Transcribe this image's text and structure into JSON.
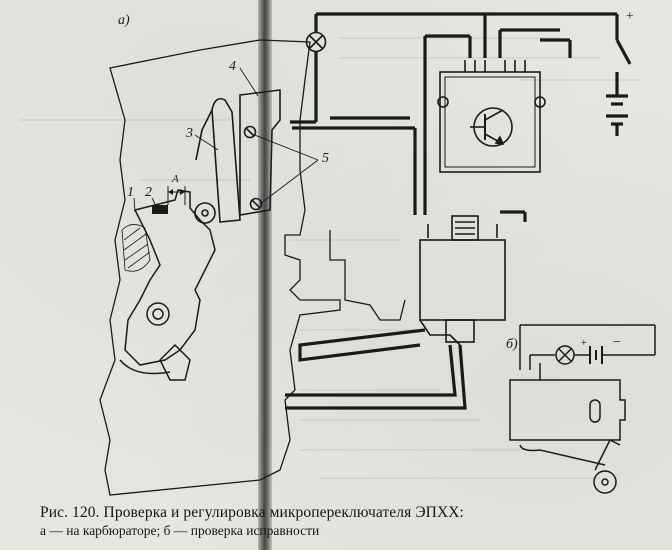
{
  "figure": {
    "panel_a_label": "а)",
    "panel_b_label": "б)",
    "dimension_label": "A",
    "part_labels": [
      "1",
      "2",
      "3",
      "4",
      "5"
    ],
    "polarity_plus": "+",
    "polarity_minus": "−"
  },
  "caption": {
    "title": "Рис. 120. Проверка и регулировка микропереключателя ЭПХХ:",
    "subtitle": "а — на карбюраторе; б — проверка исправности"
  },
  "colors": {
    "ink": "#1a1a1a",
    "paper": "#e7e5e0",
    "fold": "#222222"
  }
}
